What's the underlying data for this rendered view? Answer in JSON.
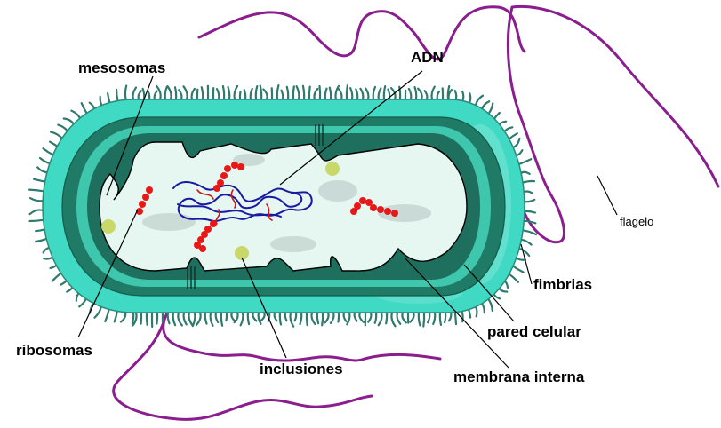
{
  "labels": {
    "mesosomas": "mesosomas",
    "adn": "ADN",
    "ribosomas": "ribosomas",
    "inclusiones": "inclusiones",
    "flagelo": "flagelo",
    "fimbrias": "fimbrias",
    "pared_celular": "pared celular",
    "membrana_interna": "membrana interna"
  },
  "colors": {
    "capsule": "#3fd9c4",
    "wall": "#1f7a66",
    "cytoplasm": "#e6f7f1",
    "flagellum": "#8a1e8e",
    "fimbriae": "#2f7a6e",
    "dna": "#1a1aa0",
    "dna_accent": "#c81818",
    "ribosome": "#e81818",
    "inclusion": "#c9d86a"
  }
}
